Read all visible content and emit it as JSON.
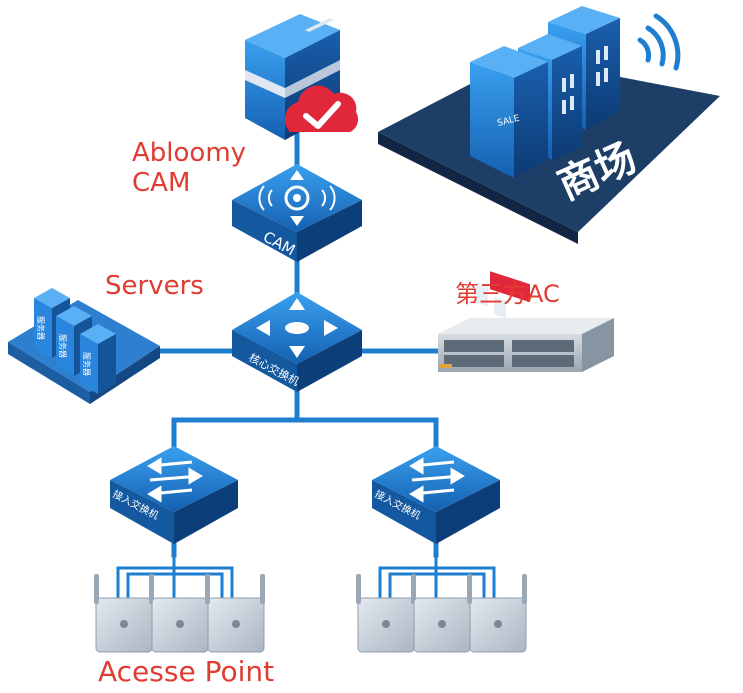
{
  "labels": {
    "cam_line1": "Abloomy",
    "cam_line2": "CAM",
    "servers": "Servers",
    "third_party_ac": "第三方AC",
    "access_point": "Acesse Point"
  },
  "device_text": {
    "cam_switch": "CAM",
    "core_switch": "核心交换机",
    "access_switch": "接入交换机",
    "mall": "商场",
    "sale": "SALE",
    "server": "服务器"
  },
  "colors": {
    "label_red": "#e03c31",
    "line_blue": "#1e7fd0",
    "device_blue": "#1f74c8",
    "device_dark": "#0d3f7a",
    "mall_base": "#1d3e66",
    "ap_body": "#c9d2dc",
    "cloud_red": "#e0283a"
  }
}
